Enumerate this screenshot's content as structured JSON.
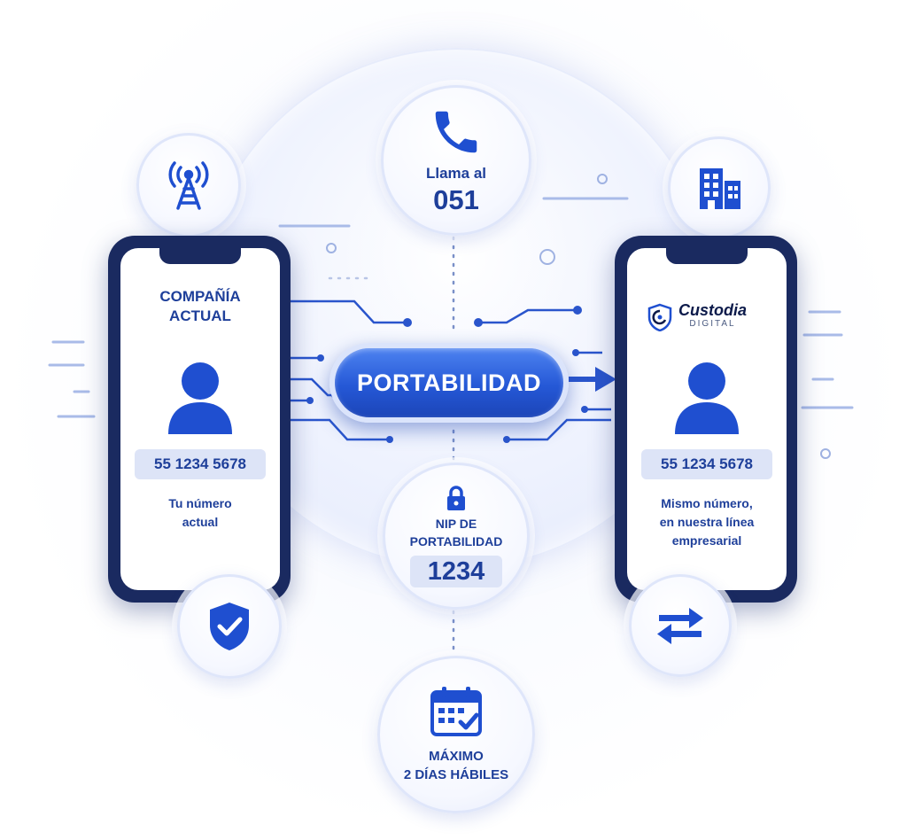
{
  "call": {
    "label": "Llama al",
    "number": "051"
  },
  "left_phone": {
    "title_line1": "COMPAÑÍA",
    "title_line2": "ACTUAL",
    "number": "55 1234 5678",
    "caption_line1": "Tu número",
    "caption_line2": "actual"
  },
  "center": {
    "label": "PORTABILIDAD"
  },
  "right_phone": {
    "logo_name": "Custodia",
    "logo_sub": "DIGITAL",
    "number": "55 1234 5678",
    "caption_line1": "Mismo número,",
    "caption_line2": "en nuestra línea",
    "caption_line3": "empresarial"
  },
  "nip": {
    "label_line1": "NIP DE",
    "label_line2": "PORTABILIDAD",
    "value": "1234"
  },
  "deadline": {
    "line1": "MÁXIMO",
    "line2": "2 DÍAS HÁBILES"
  },
  "icons": {
    "top_left": "antenna-tower-icon",
    "top_center": "phone-icon",
    "top_right": "office-building-icon",
    "bottom_left": "shield-check-icon",
    "bottom_right": "swap-arrows-icon",
    "nip": "lock-icon",
    "bottom_center": "calendar-check-icon"
  },
  "colors": {
    "primary": "#1f4fd0",
    "navy": "#1e3f9a",
    "phone_frame": "#1a2a60",
    "pill_bg": "#dde4f7"
  }
}
